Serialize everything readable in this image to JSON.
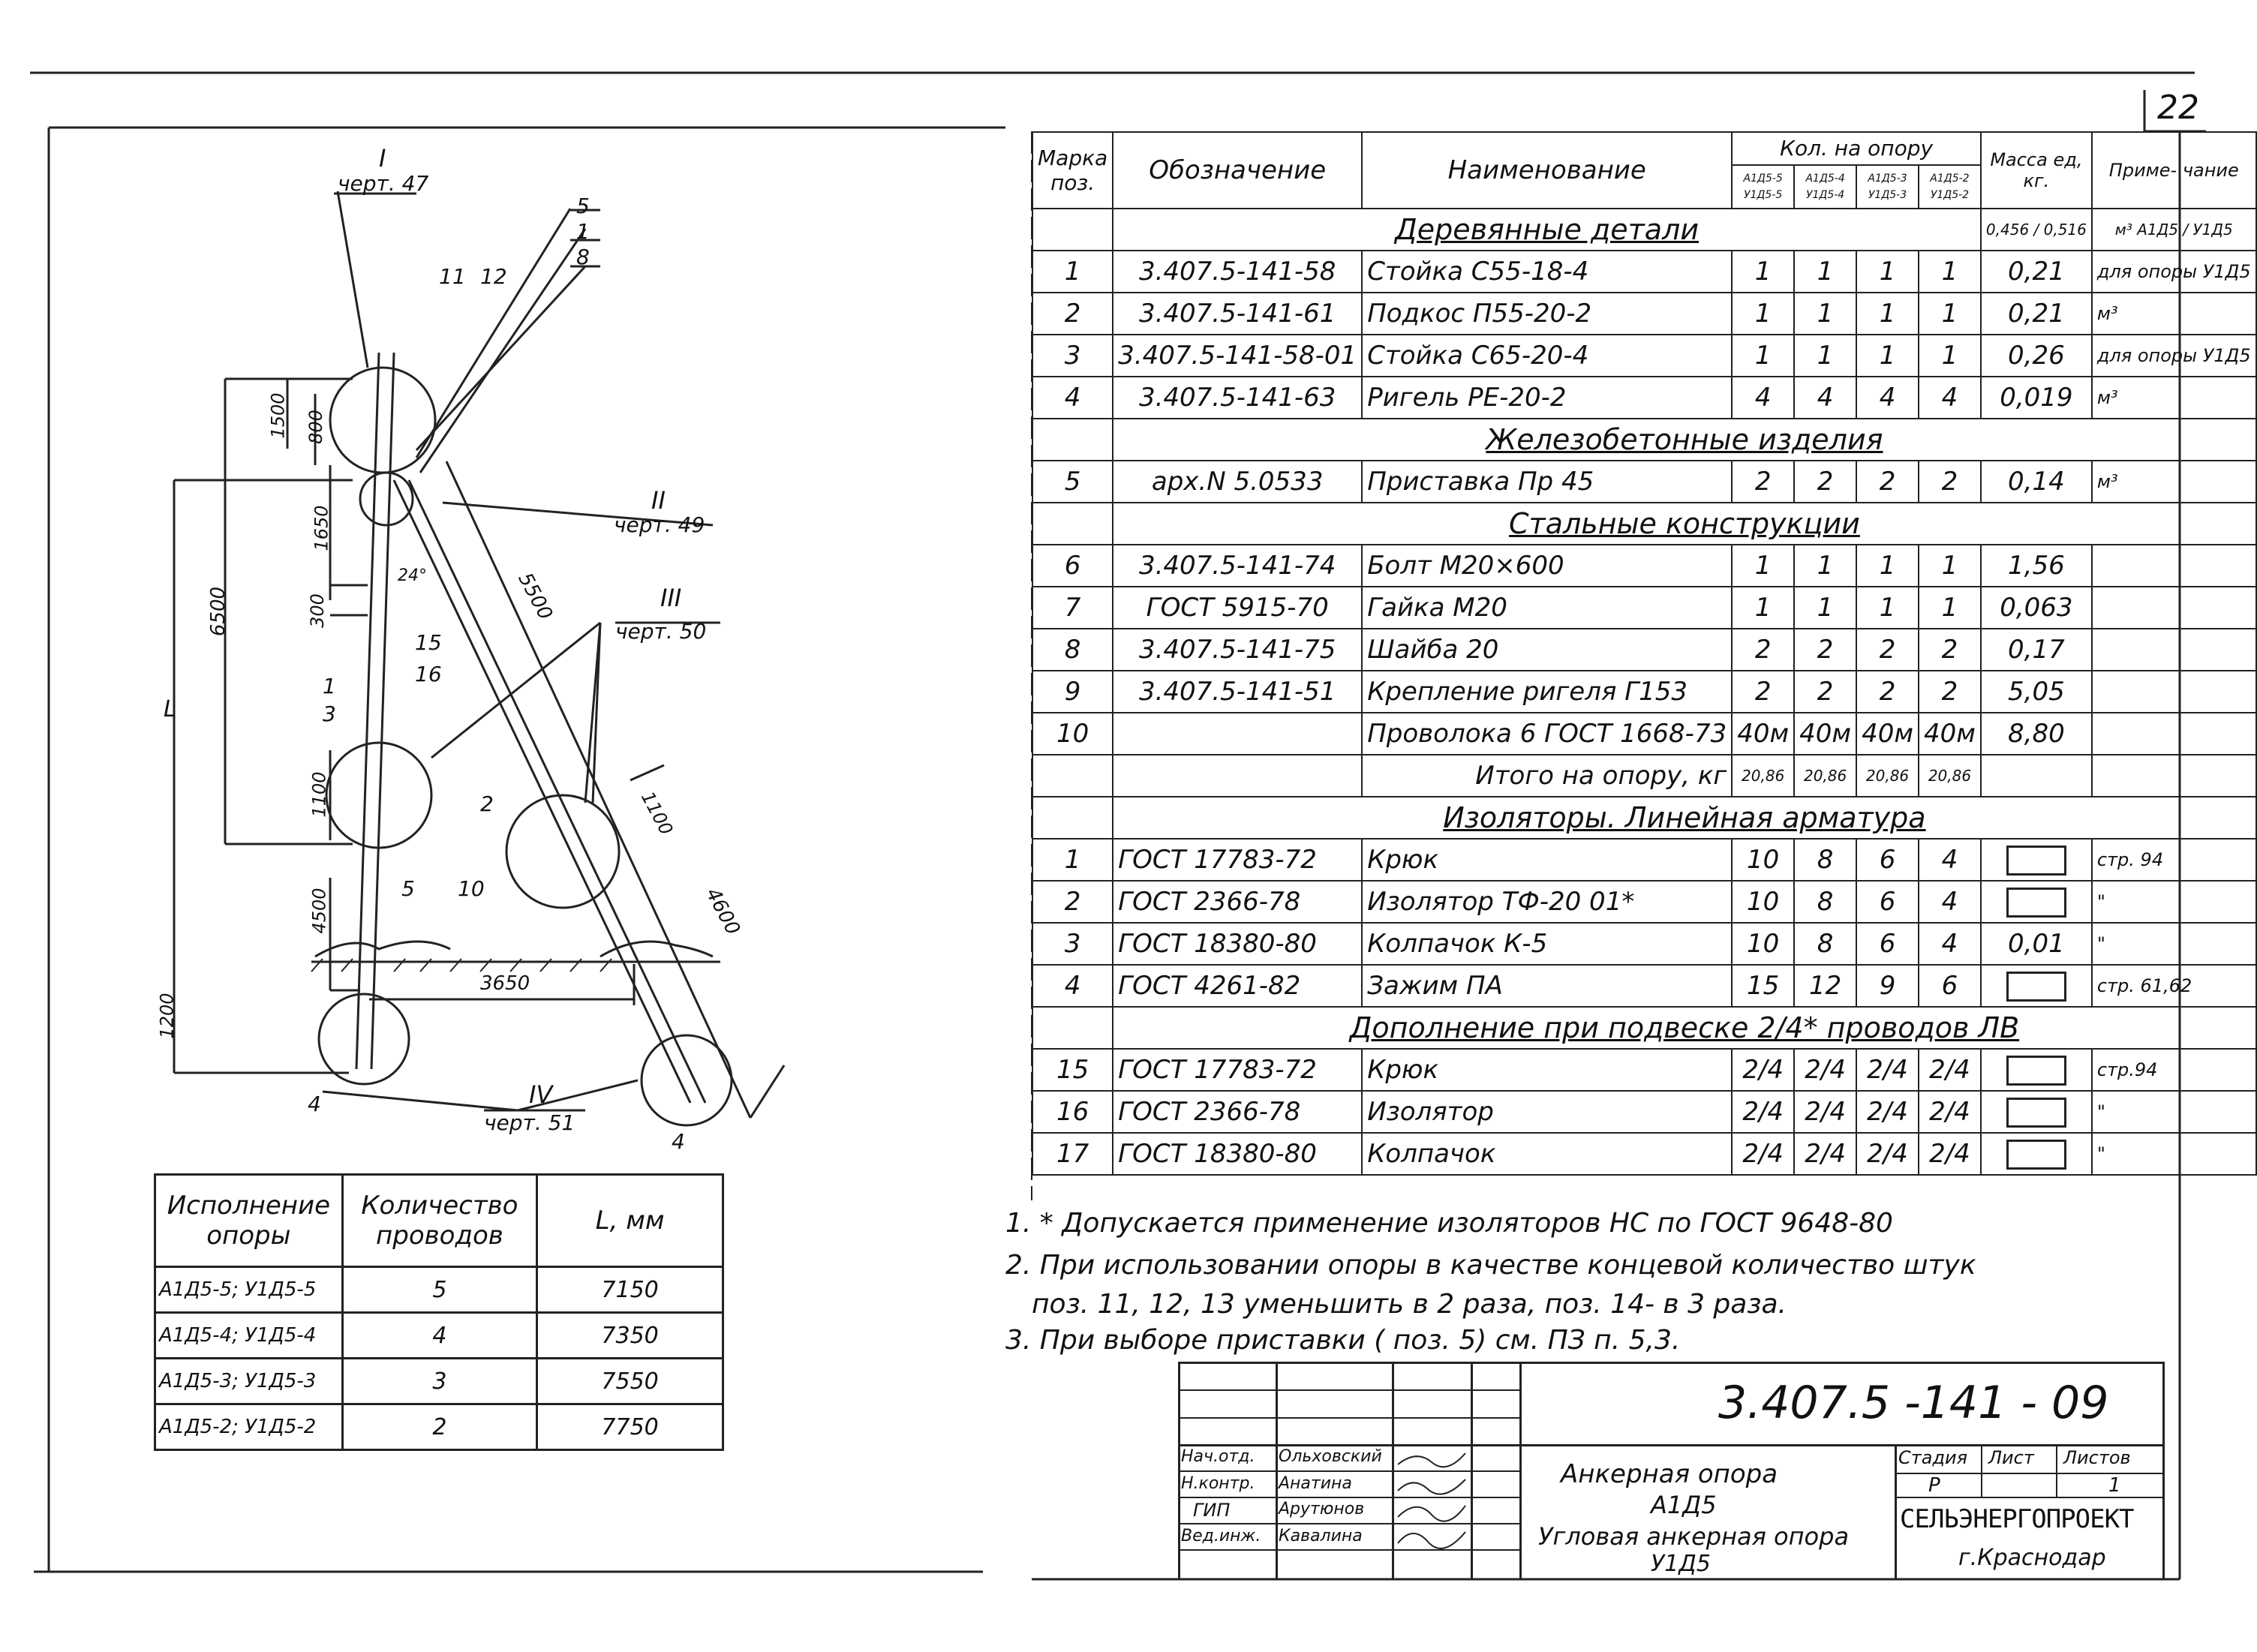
{
  "sheet_number": "22",
  "drawing": {
    "callouts": {
      "c1": {
        "roman": "I",
        "ref": "черт. 47"
      },
      "c2": {
        "roman": "II",
        "ref": "черт. 49"
      },
      "c3": {
        "roman": "III",
        "ref": "черт. 50"
      },
      "c4": {
        "roman": "IV",
        "ref": "черт. 51"
      }
    },
    "pos_stack": [
      "5",
      "1",
      "8"
    ],
    "pos_labels": [
      "11",
      "12",
      "15",
      "16",
      "1",
      "3",
      "2",
      "10",
      "5",
      "4",
      "4"
    ],
    "dims": [
      "1500",
      "800",
      "1650",
      "6500",
      "300",
      "24°",
      "5500",
      "1100",
      "4500",
      "1200",
      "3650",
      "1100",
      "4600",
      "L"
    ]
  },
  "spec_table": {
    "headers": {
      "mark": "Марка поз.",
      "designation": "Обозначение",
      "name": "Наименование",
      "qty": "Кол. на опору",
      "qty_sub": [
        "А1Д5-5 У1Д5-5",
        "А1Д5-4 У1Д5-4",
        "А1Д5-3 У1Д5-3",
        "А1Д5-2 У1Д5-2"
      ],
      "mass": "Масса ед, кг.",
      "note": "Приме- чание"
    },
    "sections": {
      "wood": "Деревянные детали",
      "wood_mass": "0,456 / 0,516",
      "wood_note": "м³ А1Д5 / У1Д5",
      "concrete": "Железобетонные изделия",
      "steel": "Стальные конструкции",
      "insulators": "Изоляторы. Линейная арматура",
      "extra": "Дополнение при подвеске 2/4* проводов ЛВ"
    },
    "rows_wood": [
      {
        "pos": "1",
        "des": "3.407.5-141-58",
        "name": "Стойка С55-18-4",
        "q": [
          "1",
          "1",
          "1",
          "1"
        ],
        "mass": "0,21",
        "note": "для опоры У1Д5"
      },
      {
        "pos": "2",
        "des": "3.407.5-141-61",
        "name": "Подкос П55-20-2",
        "q": [
          "1",
          "1",
          "1",
          "1"
        ],
        "mass": "0,21",
        "note": "м³"
      },
      {
        "pos": "3",
        "des": "3.407.5-141-58-01",
        "name": "Стойка С65-20-4",
        "q": [
          "1",
          "1",
          "1",
          "1"
        ],
        "mass": "0,26",
        "note": "для опоры У1Д5"
      },
      {
        "pos": "4",
        "des": "3.407.5-141-63",
        "name": "Ригель РЕ-20-2",
        "q": [
          "4",
          "4",
          "4",
          "4"
        ],
        "mass": "0,019",
        "note": "м³"
      }
    ],
    "rows_concrete": [
      {
        "pos": "5",
        "des": "арх.N 5.0533",
        "name": "Приставка Пр 45",
        "q": [
          "2",
          "2",
          "2",
          "2"
        ],
        "mass": "0,14",
        "note": "м³"
      }
    ],
    "rows_steel": [
      {
        "pos": "6",
        "des": "3.407.5-141-74",
        "name": "Болт М20×600",
        "q": [
          "1",
          "1",
          "1",
          "1"
        ],
        "mass": "1,56",
        "note": ""
      },
      {
        "pos": "7",
        "des": "ГОСТ 5915-70",
        "name": "Гайка М20",
        "q": [
          "1",
          "1",
          "1",
          "1"
        ],
        "mass": "0,063",
        "note": ""
      },
      {
        "pos": "8",
        "des": "3.407.5-141-75",
        "name": "Шайба 20",
        "q": [
          "2",
          "2",
          "2",
          "2"
        ],
        "mass": "0,17",
        "note": ""
      },
      {
        "pos": "9",
        "des": "3.407.5-141-51",
        "name": "Крепление ригеля Г153",
        "q": [
          "2",
          "2",
          "2",
          "2"
        ],
        "mass": "5,05",
        "note": ""
      },
      {
        "pos": "10",
        "des": "",
        "name": "Проволока 6 ГОСТ 1668-73",
        "q": [
          "40м",
          "40м",
          "40м",
          "40м"
        ],
        "mass": "8,80",
        "note": ""
      }
    ],
    "total": {
      "label": "Итого на опору, кг",
      "q": [
        "20,86",
        "20,86",
        "20,86",
        "20,86"
      ]
    },
    "rows_ins": [
      {
        "pos": "1",
        "des": "ГОСТ 17783-72",
        "name": "Крюк",
        "q": [
          "10",
          "8",
          "6",
          "4"
        ],
        "mass": "",
        "note": "стр. 94"
      },
      {
        "pos": "2",
        "des": "ГОСТ 2366-78",
        "name": "Изолятор ТФ-20 01*",
        "q": [
          "10",
          "8",
          "6",
          "4"
        ],
        "mass": "",
        "note": "\""
      },
      {
        "pos": "3",
        "des": "ГОСТ 18380-80",
        "name": "Колпачок К-5",
        "q": [
          "10",
          "8",
          "6",
          "4"
        ],
        "mass": "0,01",
        "note": "\""
      },
      {
        "pos": "4",
        "des": "ГОСТ 4261-82",
        "name": "Зажим ПА",
        "q": [
          "15",
          "12",
          "9",
          "6"
        ],
        "mass": "",
        "note": "стр. 61,62"
      }
    ],
    "rows_extra": [
      {
        "pos": "15",
        "des": "ГОСТ 17783-72",
        "name": "Крюк",
        "q": [
          "2/4",
          "2/4",
          "2/4",
          "2/4"
        ],
        "mass": "",
        "note": "стр.94"
      },
      {
        "pos": "16",
        "des": "ГОСТ 2366-78",
        "name": "Изолятор",
        "q": [
          "2/4",
          "2/4",
          "2/4",
          "2/4"
        ],
        "mass": "",
        "note": "\""
      },
      {
        "pos": "17",
        "des": "ГОСТ 18380-80",
        "name": "Колпачок",
        "q": [
          "2/4",
          "2/4",
          "2/4",
          "2/4"
        ],
        "mass": "",
        "note": "\""
      }
    ]
  },
  "notes": [
    "1. * Допускается применение изоляторов НС по ГОСТ 9648-80",
    "2. При использовании опоры в качестве концевой количество штук",
    "поз. 11, 12, 13  уменьшить  в  2 раза,   поз.  14-  в  3 раза.",
    "3. При выборе  приставки  ( поз. 5)  см.  ПЗ п. 5,3."
  ],
  "variants_table": {
    "headers": [
      "Исполнение опоры",
      "Количество проводов",
      "L, мм"
    ],
    "rows": [
      [
        "А1Д5-5; У1Д5-5",
        "5",
        "7150"
      ],
      [
        "А1Д5-4; У1Д5-4",
        "4",
        "7350"
      ],
      [
        "А1Д5-3; У1Д5-3",
        "3",
        "7550"
      ],
      [
        "А1Д5-2; У1Д5-2",
        "2",
        "7750"
      ]
    ]
  },
  "title_block": {
    "code": "3.407.5 -141 - 09",
    "roles": [
      "Нач.отд.",
      "Н.контр.",
      "ГИП",
      "Вед.инж."
    ],
    "names": [
      "Ольховский",
      "Анатина",
      "Арутюнов",
      "Кавалина"
    ],
    "title_lines": [
      "Анкерная опора",
      "А1Д5",
      "Угловая анкерная опора",
      "У1Д5"
    ],
    "stage_label": "Стадия",
    "sheet_label": "Лист",
    "sheets_label": "Листов",
    "stage": "Р",
    "sheet": "1",
    "org": "СЕЛЬЭНЕРГОПРОЕКТ",
    "city": "г.Краснодар"
  }
}
